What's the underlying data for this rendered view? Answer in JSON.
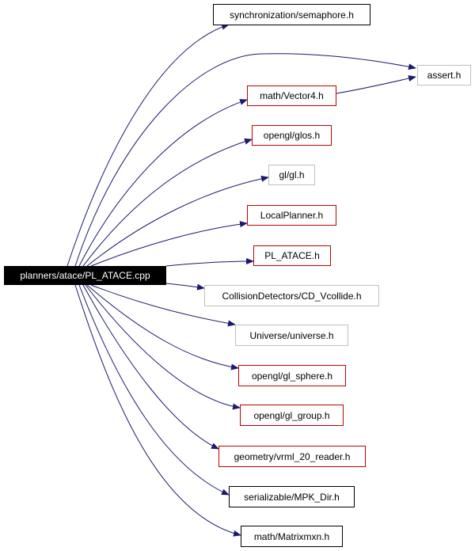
{
  "diagram": {
    "source": {
      "label": "planners/atace/PL_ATACE.cpp"
    },
    "nodes": [
      {
        "id": "sync",
        "label": "synchronization/semaphore.h",
        "border": "black"
      },
      {
        "id": "assert",
        "label": "assert.h",
        "border": "gray"
      },
      {
        "id": "vector4",
        "label": "math/Vector4.h",
        "border": "red"
      },
      {
        "id": "glos",
        "label": "opengl/glos.h",
        "border": "red"
      },
      {
        "id": "gl",
        "label": "gl/gl.h",
        "border": "gray"
      },
      {
        "id": "localplanner",
        "label": "LocalPlanner.h",
        "border": "red"
      },
      {
        "id": "platace",
        "label": "PL_ATACE.h",
        "border": "red"
      },
      {
        "id": "cdvcollide",
        "label": "CollisionDetectors/CD_Vcollide.h",
        "border": "gray"
      },
      {
        "id": "universe",
        "label": "Universe/universe.h",
        "border": "gray"
      },
      {
        "id": "glsphere",
        "label": "opengl/gl_sphere.h",
        "border": "red"
      },
      {
        "id": "glgroup",
        "label": "opengl/gl_group.h",
        "border": "red"
      },
      {
        "id": "vrml",
        "label": "geometry/vrml_20_reader.h",
        "border": "red"
      },
      {
        "id": "mpkdir",
        "label": "serializable/MPK_Dir.h",
        "border": "black"
      },
      {
        "id": "matrixmxn",
        "label": "math/Matrixmxn.h",
        "border": "black"
      }
    ],
    "edges": [
      {
        "from": "source",
        "to": "sync"
      },
      {
        "from": "source",
        "to": "assert"
      },
      {
        "from": "source",
        "to": "vector4"
      },
      {
        "from": "vector4",
        "to": "assert"
      },
      {
        "from": "source",
        "to": "glos"
      },
      {
        "from": "source",
        "to": "gl"
      },
      {
        "from": "source",
        "to": "localplanner"
      },
      {
        "from": "source",
        "to": "platace"
      },
      {
        "from": "source",
        "to": "cdvcollide"
      },
      {
        "from": "source",
        "to": "universe"
      },
      {
        "from": "source",
        "to": "glsphere"
      },
      {
        "from": "source",
        "to": "glgroup"
      },
      {
        "from": "source",
        "to": "vrml"
      },
      {
        "from": "source",
        "to": "mpkdir"
      },
      {
        "from": "source",
        "to": "matrixmxn"
      }
    ],
    "colors": {
      "edge": "#1a1a6e",
      "black_border": "#000000",
      "red_border": "#c00000",
      "gray_border": "#bfbfbf",
      "source_fill": "#000000",
      "source_text": "#ffffff"
    }
  }
}
